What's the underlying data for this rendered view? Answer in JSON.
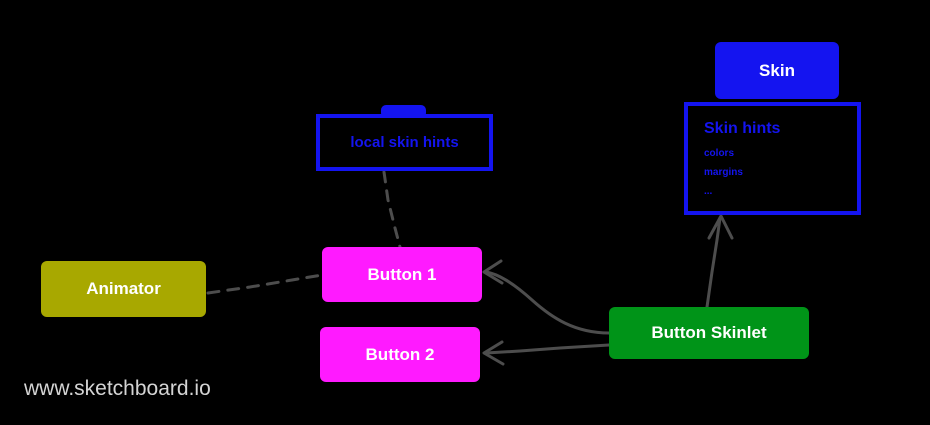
{
  "canvas": {
    "background_color": "#000000",
    "watermark": "www.sketchboard.io"
  },
  "palette": {
    "blue": "#1414f0",
    "magenta": "#ff1aff",
    "olive": "#a8a800",
    "green": "#009418",
    "white": "#ffffff",
    "edge_gray": "#4d4d4d",
    "watermark_gray": "#d4d4d4"
  },
  "nodes": {
    "skin": {
      "label": "Skin",
      "shape": "filled-rounded-rect",
      "fill": "#1414f0",
      "text_color": "#ffffff"
    },
    "skin_hints": {
      "title": "Skin hints",
      "shape": "outlined-rect",
      "stroke": "#1414f0",
      "items": [
        "colors",
        "margins",
        "..."
      ]
    },
    "local_skin_hints": {
      "label": "local skin hints",
      "shape": "outlined-rect-with-tab",
      "stroke": "#1414f0",
      "tab": "note-tab"
    },
    "button1": {
      "label": "Button 1",
      "shape": "filled-rounded-rect",
      "fill": "#ff1aff",
      "text_color": "#ffffff"
    },
    "button2": {
      "label": "Button 2",
      "shape": "filled-rounded-rect",
      "fill": "#ff1aff",
      "text_color": "#ffffff"
    },
    "animator": {
      "label": "Animator",
      "shape": "filled-rounded-rect",
      "fill": "#a8a800",
      "text_color": "#ffffff"
    },
    "button_skinlet": {
      "label": "Button Skinlet",
      "shape": "filled-rounded-rect",
      "fill": "#009418",
      "text_color": "#ffffff"
    }
  },
  "edges": [
    {
      "name": "animator-to-button1",
      "from": "animator",
      "to": "button1",
      "style": "dashed",
      "arrowhead": false
    },
    {
      "name": "local-skin-hints-to-button1",
      "from": "local_skin_hints",
      "to": "button1",
      "style": "dashed",
      "arrowhead": false
    },
    {
      "name": "button-skinlet-to-button1",
      "from": "button_skinlet",
      "to": "button1",
      "style": "solid",
      "arrowhead": true
    },
    {
      "name": "button-skinlet-to-button2",
      "from": "button_skinlet",
      "to": "button2",
      "style": "solid",
      "arrowhead": true
    },
    {
      "name": "button-skinlet-to-skin-hints",
      "from": "button_skinlet",
      "to": "skin_hints",
      "style": "solid",
      "arrowhead": true
    }
  ]
}
